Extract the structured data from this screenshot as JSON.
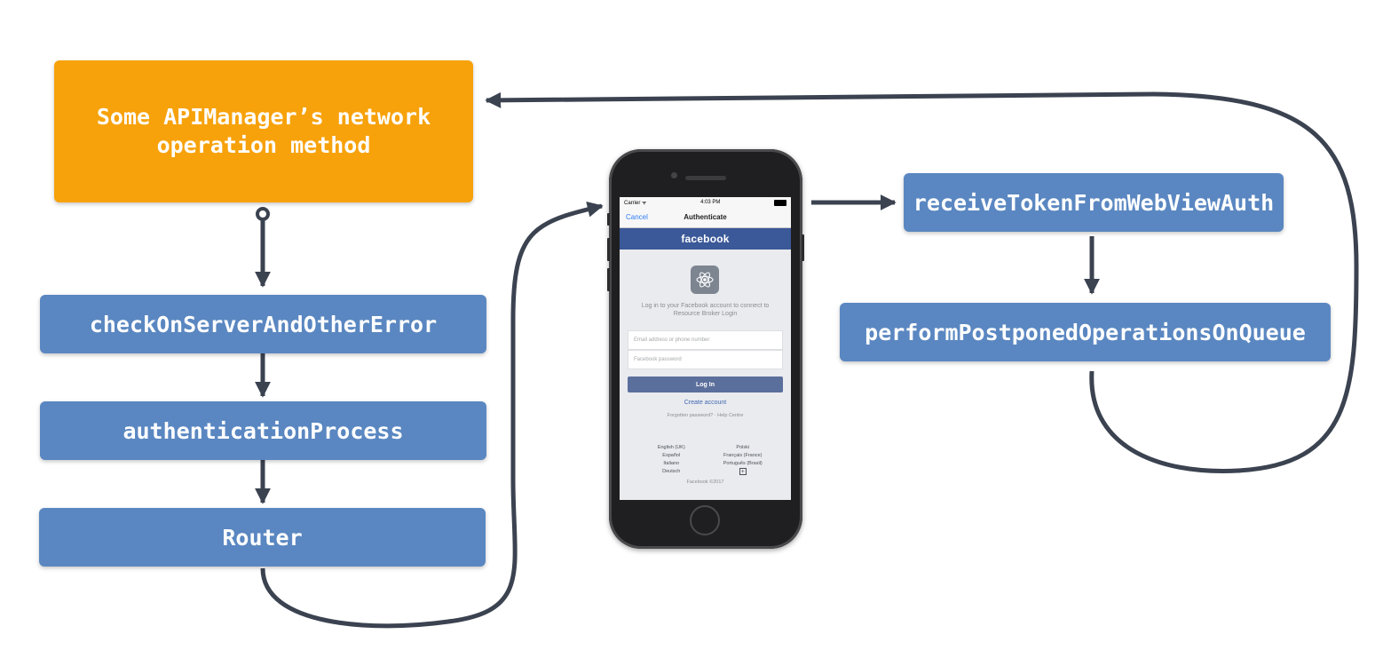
{
  "nodes": {
    "api_manager": "Some APIManager’s network\noperation method",
    "check_error": "checkOnServerAndOtherError",
    "auth_process": "authenticationProcess",
    "router": "Router",
    "receive_token": "receiveTokenFromWebViewAuth",
    "perform_ops": "performPostponedOperationsOnQueue"
  },
  "phone": {
    "status_carrier": "Carrier ᯤ",
    "status_time": "4:03 PM",
    "nav_cancel": "Cancel",
    "nav_title": "Authenticate",
    "brand": "facebook",
    "prompt": "Log in to your Facebook account to connect to Resource Broker Login",
    "email_placeholder": "Email address or phone number",
    "password_placeholder": "Facebook password",
    "login_button": "Log In",
    "create_account": "Create account",
    "forgot": "Forgotten password? · Help Centre",
    "languages": [
      "English (UK)",
      "Polski",
      "Español",
      "Français (France)",
      "Italiano",
      "Português (Brasil)",
      "Deutsch",
      "+"
    ],
    "copyright": "Facebook ©2017"
  },
  "colors": {
    "orange": "#f7a20b",
    "blue": "#5a87c1",
    "connector": "#3b4250",
    "facebook": "#3b5998"
  }
}
